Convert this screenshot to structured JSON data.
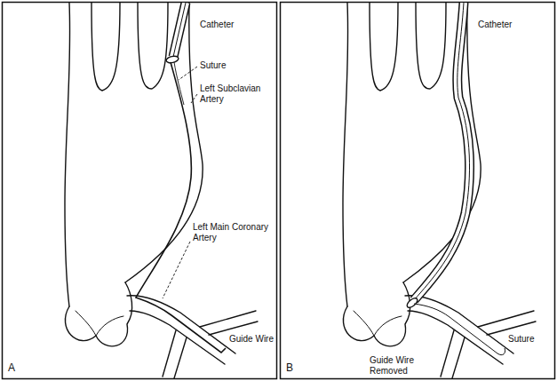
{
  "diagram": {
    "labels": [
      "Catheter",
      "Suture",
      "Left Subclavian Artery",
      "Left Main Coronary Artery",
      "Guide Wire",
      "A",
      "Catheter",
      "Suture",
      "Guide Wire Removed",
      "B"
    ]
  }
}
